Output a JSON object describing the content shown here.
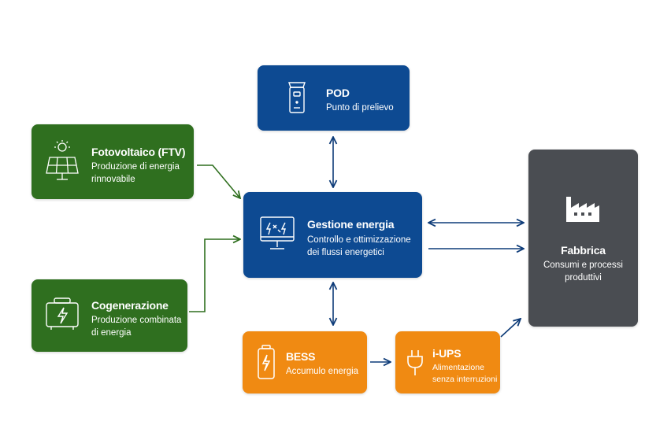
{
  "colors": {
    "green": "#2f6f1f",
    "blue": "#0d4a92",
    "orange": "#f08a12",
    "gray": "#4a4d52",
    "arrow_green": "#2f6f1f",
    "arrow_blue": "#0d3b78"
  },
  "nodes": {
    "pod": {
      "title": "POD",
      "desc": [
        "Punto di prelievo"
      ],
      "icon": "meter-icon"
    },
    "ftv": {
      "title": "Fotovoltaico (FTV)",
      "desc": [
        "Produzione di energia",
        "rinnovabile"
      ],
      "icon": "solar-panel-icon"
    },
    "cogen": {
      "title": "Cogenerazione",
      "desc": [
        "Produzione combinata",
        "di energia"
      ],
      "icon": "generator-icon"
    },
    "gestione": {
      "title": "Gestione energia",
      "desc": [
        "Controllo e ottimizzazione",
        "dei flussi energetici"
      ],
      "icon": "monitor-icon"
    },
    "fabbrica": {
      "title": "Fabbrica",
      "desc": [
        "Consumi e processi",
        "produttivi"
      ],
      "icon": "factory-icon"
    },
    "bess": {
      "title": "BESS",
      "desc": [
        "Accumulo energia"
      ],
      "icon": "battery-icon"
    },
    "iups": {
      "title": "i-UPS",
      "desc": [
        "Alimentazione",
        "senza interruzioni"
      ],
      "icon": "plug-icon"
    }
  }
}
